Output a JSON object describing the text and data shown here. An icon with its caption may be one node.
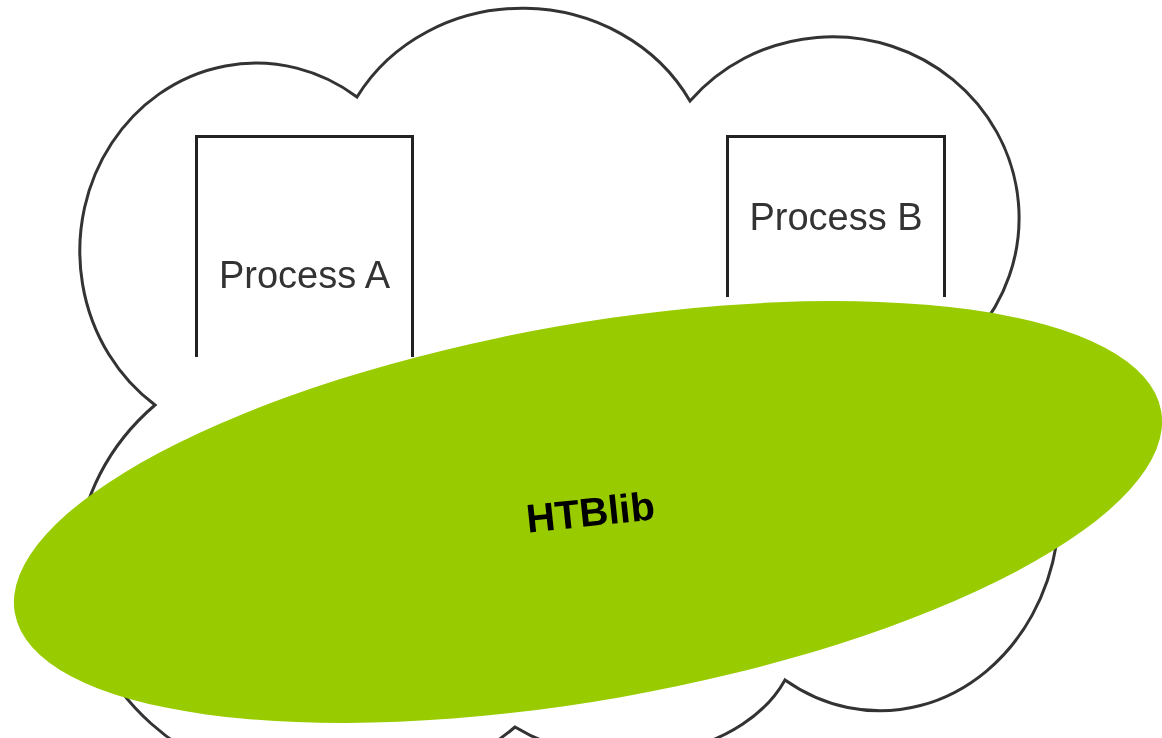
{
  "diagram": {
    "nodes": [
      {
        "text": [],
        "shape": "cloud"
      },
      {
        "text": [
          "Process A"
        ],
        "in": 0
      },
      {
        "text": [
          "Process B"
        ],
        "in": 0
      },
      {
        "text": [
          "HTBlib"
        ]
      }
    ]
  }
}
